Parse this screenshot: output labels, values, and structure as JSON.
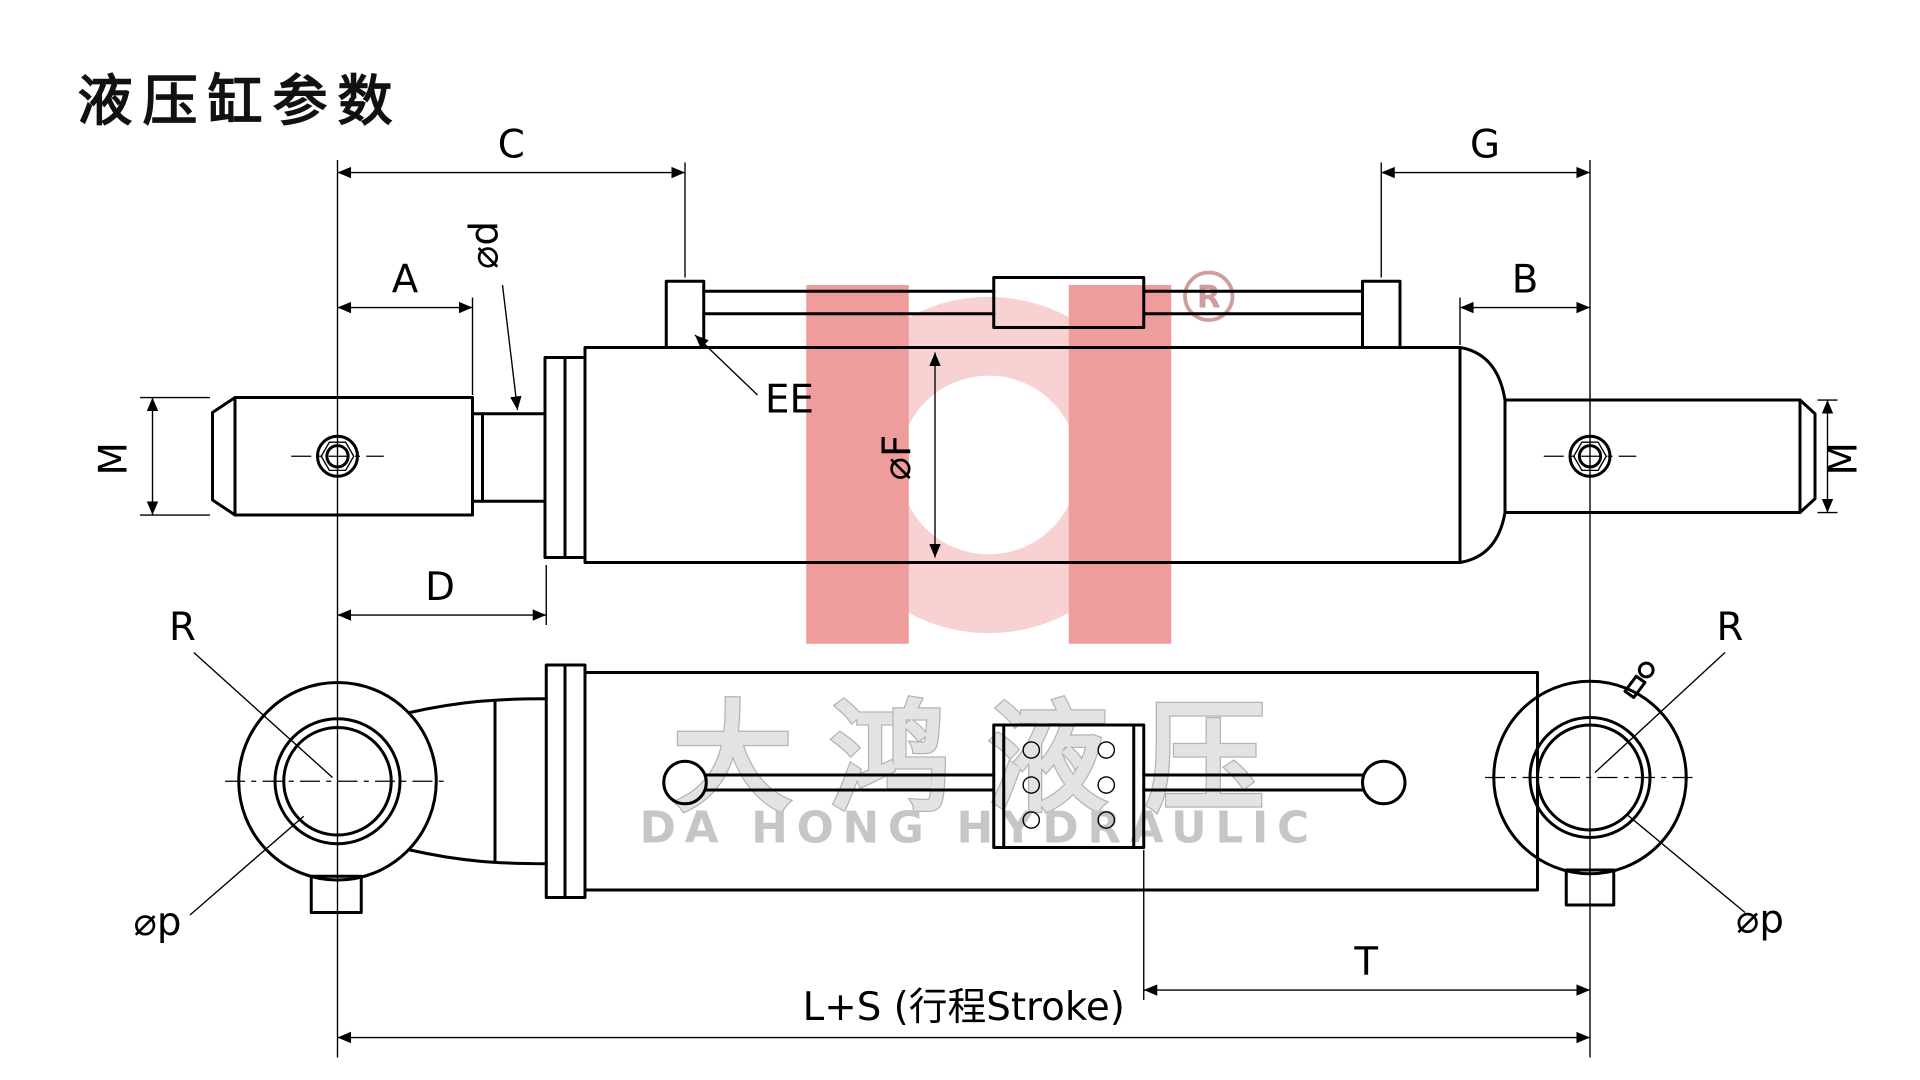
{
  "title": "液压缸参数",
  "watermark": {
    "registered": "R",
    "brand_cn": "大鸿液压",
    "brand_en": "DA HONG HYDRAULIC",
    "colors": {
      "bar": "#ee9c9c",
      "ring": "#f8d2d2",
      "cjk_fill": "#e3e3e3",
      "en_fill": "#c6c6c6",
      "registered": "#d09c9c"
    }
  },
  "dimensions": {
    "C": "C",
    "G": "G",
    "A": "A",
    "B": "B",
    "D": "D",
    "T": "T",
    "EE": "EE",
    "rod_diameter": "⌀d",
    "bore_diameter": "⌀F",
    "M_left": "M",
    "M_right": "M",
    "R_left": "R",
    "R_right": "R",
    "pin_left": "⌀p",
    "pin_right": "⌀p",
    "stroke_length": "L+S (行程Stroke)"
  }
}
